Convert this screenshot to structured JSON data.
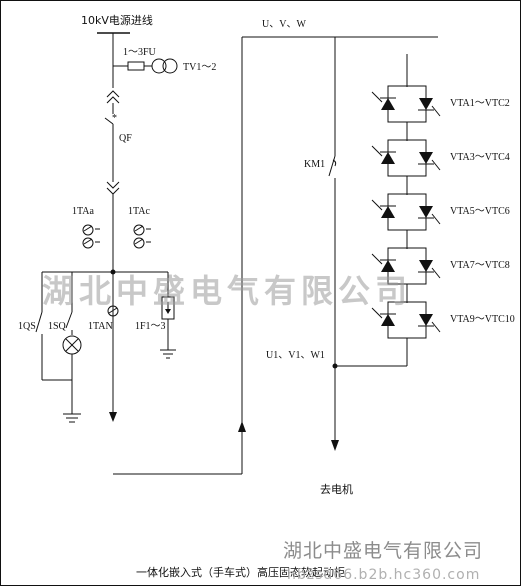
{
  "labels": {
    "source": "10kV电源进线",
    "fuse": "1～3FU",
    "tv": "TV1～2",
    "breaker": "QF",
    "ct_a": "1TAa",
    "ct_c": "1TAc",
    "qs": "1QS",
    "sq": "1SQ",
    "tan": "1TAN",
    "f1": "1F1～3",
    "bus_top": "U、V、W",
    "km": "KM1",
    "bus_bottom": "U1、V1、W1",
    "motor": "去电机",
    "caption": "一体化嵌入式（手车式）高压固态软起动柜"
  },
  "thyristors": [
    {
      "label": "VTA1～VTC2"
    },
    {
      "label": "VTA3～VTC4"
    },
    {
      "label": "VTA5～VTC6"
    },
    {
      "label": "VTA7～VTC8"
    },
    {
      "label": "VTA9～VTC10"
    }
  ],
  "watermark": {
    "company": "湖北中盛电气有限公司",
    "company_small": "湖北中盛电气有限公司",
    "url": "hbzsd66.b2b.hc360.com"
  }
}
